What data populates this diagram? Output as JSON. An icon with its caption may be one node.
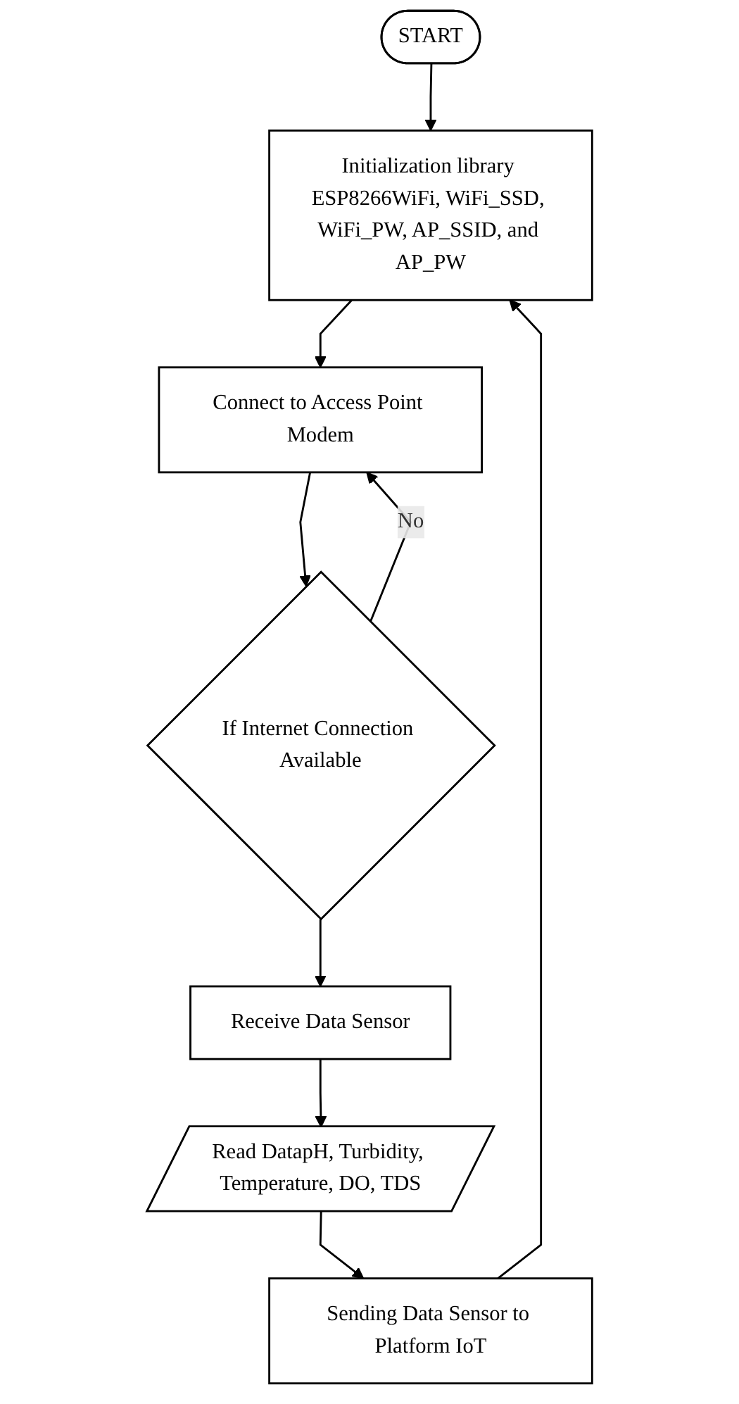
{
  "diagram": {
    "nodes": [
      {
        "text": [
          "START"
        ]
      },
      {
        "text": [
          "Initialization library ESP8266WiFi, WiFi_SSD, WiFi_PW, AP_SSID, and AP_PW"
        ]
      },
      {
        "text": [
          "Connect to Access Point Modem"
        ]
      },
      {
        "text": [
          "If Internet Connection Available"
        ]
      },
      {
        "text": [
          "Receive Data Sensor"
        ]
      },
      {
        "text": [
          "Read DatapH, Turbidity, Temperature, DO, TDS"
        ]
      },
      {
        "text": [
          "Sending Data Sensor to Platform IoT"
        ]
      }
    ],
    "edges": [
      {
        "from": 0,
        "to": 1,
        "arrow": "to"
      },
      {
        "from": 1,
        "to": 2,
        "arrow": "to"
      },
      {
        "from": 2,
        "to": 3,
        "arrow": "to"
      },
      {
        "from": 3,
        "to": 2,
        "arrow": "to",
        "label": "No"
      },
      {
        "from": 3,
        "to": 4,
        "arrow": "to"
      },
      {
        "from": 4,
        "to": 5,
        "arrow": "to"
      },
      {
        "from": 5,
        "to": 6,
        "arrow": "to"
      },
      {
        "from": 6,
        "to": 1,
        "arrow": "to"
      }
    ]
  }
}
